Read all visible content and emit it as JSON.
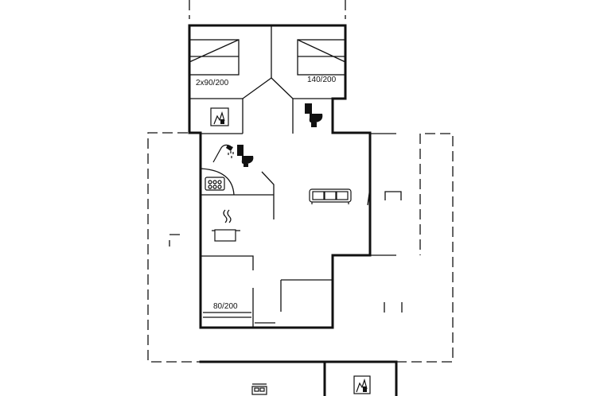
{
  "rooms": {
    "bedroom_left": {
      "bed_label": "2x90/200"
    },
    "bedroom_right": {
      "bed_label": "140/200"
    },
    "bedroom_small": {
      "bed_label": "80/200"
    }
  },
  "icons": {
    "washing_machine": "washing-machine-icon",
    "toilet_upper": "toilet-icon",
    "shower": "shower-icon",
    "toilet_lower": "toilet-icon",
    "stove": "stove-hob-icon",
    "cooking_pot": "cooking-pot-icon",
    "sofa": "sofa-icon",
    "car": "car-icon",
    "utility": "washing-machine-icon"
  }
}
